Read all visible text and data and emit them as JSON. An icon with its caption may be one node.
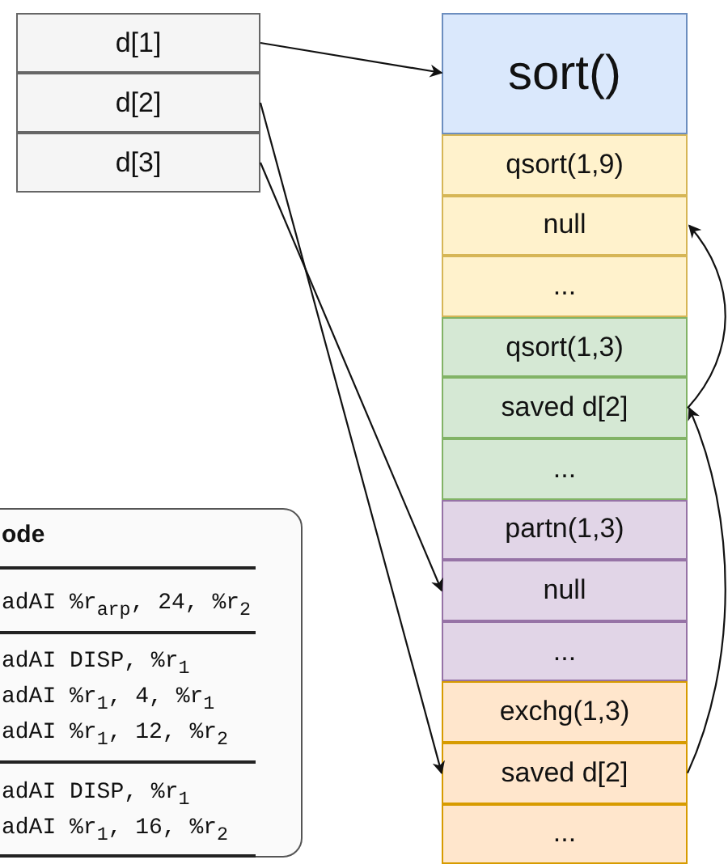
{
  "diagram": {
    "nodes": [
      {
        "text": [
          "d[1]"
        ]
      },
      {
        "text": [
          "d[2]"
        ]
      },
      {
        "text": [
          "d[3]"
        ]
      },
      {
        "text": [
          "sort()"
        ]
      },
      {
        "text": [
          "qsort(1,9)"
        ]
      },
      {
        "text": [
          "null"
        ]
      },
      {
        "text": [
          "..."
        ]
      },
      {
        "text": [
          "qsort(1,3)"
        ]
      },
      {
        "text": [
          "saved d[2]"
        ]
      },
      {
        "text": [
          "..."
        ]
      },
      {
        "text": [
          "partn(1,3)"
        ]
      },
      {
        "text": [
          "null"
        ]
      },
      {
        "text": [
          "..."
        ]
      },
      {
        "text": [
          "exchg(1,3)"
        ]
      },
      {
        "text": [
          "saved d[2]"
        ]
      },
      {
        "text": [
          "..."
        ]
      }
    ],
    "edges": [
      {
        "from": 0,
        "to": 3,
        "arrow": "to"
      },
      {
        "from": 1,
        "to": 14,
        "arrow": "to"
      },
      {
        "from": 2,
        "to": 11,
        "arrow": "to"
      },
      {
        "from": 8,
        "to": 5,
        "arrow": "to"
      },
      {
        "from": 14,
        "to": 8,
        "arrow": "to"
      }
    ],
    "labels": [
      "ode",
      "adAI %r$_{arp}$, 24, %r$_{2}$",
      "adAI DISP, %r$_{1}$",
      "adAI %r$_{1}$, 4, %r$_{1}$",
      "adAI %r$_{1}$, 12, %r$_{2}$",
      "adAI DISP, %r$_{1}$",
      "adAI %r$_{1}$, 16, %r$_{2}$"
    ]
  }
}
